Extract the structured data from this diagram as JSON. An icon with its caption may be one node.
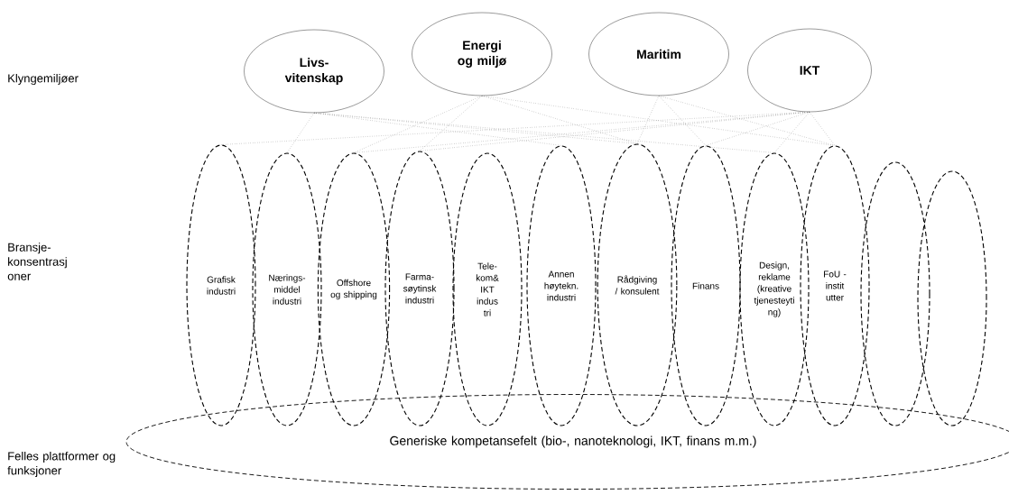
{
  "diagram": {
    "nodes": [
      {
        "text": [
          "Livs- vitenskap"
        ]
      },
      {
        "text": [
          "Energi og miljø"
        ]
      },
      {
        "text": [
          "Maritim"
        ]
      },
      {
        "text": [
          "IKT"
        ]
      },
      {
        "text": [
          "Grafisk industri"
        ]
      },
      {
        "text": [
          "Nærings- middel industri"
        ]
      },
      {
        "text": [
          "Offshore og shipping"
        ]
      },
      {
        "text": [
          "Farma- søytinsk industri"
        ]
      },
      {
        "text": [
          "Tele- kom& IKT indus tri"
        ]
      },
      {
        "text": [
          "Annen høytekn. industri"
        ]
      },
      {
        "text": [
          "Rådgiving / konsulent"
        ]
      },
      {
        "text": [
          "Finans"
        ]
      },
      {
        "text": [
          "Design, reklame (kreative tjenesteyti ng)"
        ]
      },
      {
        "text": [
          "FoU - instit utter"
        ]
      },
      {
        "text": [],
        "shape": "ellipse"
      },
      {
        "text": [],
        "shape": "ellipse"
      },
      {
        "text": [
          "Generiske kompetansefelt (bio-, nanoteknologi, IKT, finans m.m.)"
        ]
      }
    ],
    "edges": [
      {
        "from": 0,
        "to": 5,
        "arrow": "none"
      },
      {
        "from": 0,
        "to": 9,
        "arrow": "none"
      },
      {
        "from": 0,
        "to": 10,
        "arrow": "none"
      },
      {
        "from": 0,
        "to": 12,
        "arrow": "none"
      },
      {
        "from": 1,
        "to": 6,
        "arrow": "none"
      },
      {
        "from": 1,
        "to": 7,
        "arrow": "none"
      },
      {
        "from": 1,
        "to": 10,
        "arrow": "none"
      },
      {
        "from": 1,
        "to": 13,
        "arrow": "none"
      },
      {
        "from": 2,
        "to": 10,
        "arrow": "none"
      },
      {
        "from": 2,
        "to": 11,
        "arrow": "none"
      },
      {
        "from": 2,
        "to": 13,
        "arrow": "none"
      },
      {
        "from": 3,
        "to": 4,
        "arrow": "none"
      },
      {
        "from": 3,
        "to": 6,
        "arrow": "none"
      },
      {
        "from": 3,
        "to": 7,
        "arrow": "none"
      },
      {
        "from": 3,
        "to": 11,
        "arrow": "none"
      },
      {
        "from": 3,
        "to": 12,
        "arrow": "none"
      },
      {
        "from": 3,
        "to": 13,
        "arrow": "none"
      }
    ],
    "labels": [
      "Klyngemiljøer",
      "Bransje- konsentrasj oner",
      "Felles plattformer og funksjoner"
    ]
  }
}
